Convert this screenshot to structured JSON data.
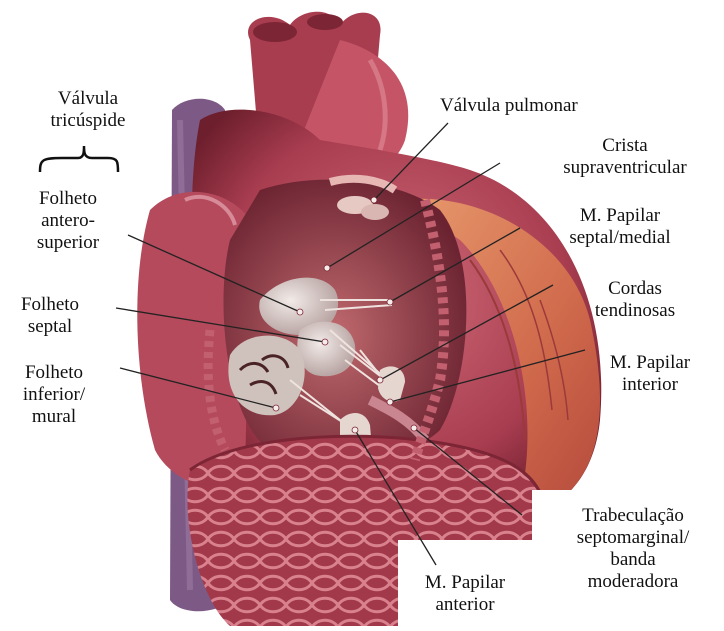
{
  "labels": {
    "tricuspid_valve": [
      "Válvula",
      "tricúspide"
    ],
    "pulmonary_valve": [
      "Válvula pulmonar"
    ],
    "supraventricular_crest": [
      "Crista",
      "supraventricular"
    ],
    "septal_papillary": [
      "M. Papilar",
      "septal/medial"
    ],
    "chordae": [
      "Cordas",
      "tendinosas"
    ],
    "inferior_papillary": [
      "M. Papilar",
      "interior"
    ],
    "anterosuperior_leaflet": [
      "Folheto",
      "antero-",
      "superior"
    ],
    "septal_leaflet": [
      "Folheto",
      "septal"
    ],
    "inferior_leaflet": [
      "Folheto",
      "inferior/",
      "mural"
    ],
    "septomarginal": [
      "Trabeculação",
      "septomarginal/",
      "banda",
      "moderadora"
    ],
    "anterior_papillary": [
      "M. Papilar",
      "anterior"
    ]
  },
  "colors": {
    "muscle": "#b5475a",
    "muscle_dark": "#7c2534",
    "pericardium": "#d9826a",
    "vena_cava": "#7d5a86",
    "valve": "#ddd3cf",
    "leader": "#222222"
  }
}
